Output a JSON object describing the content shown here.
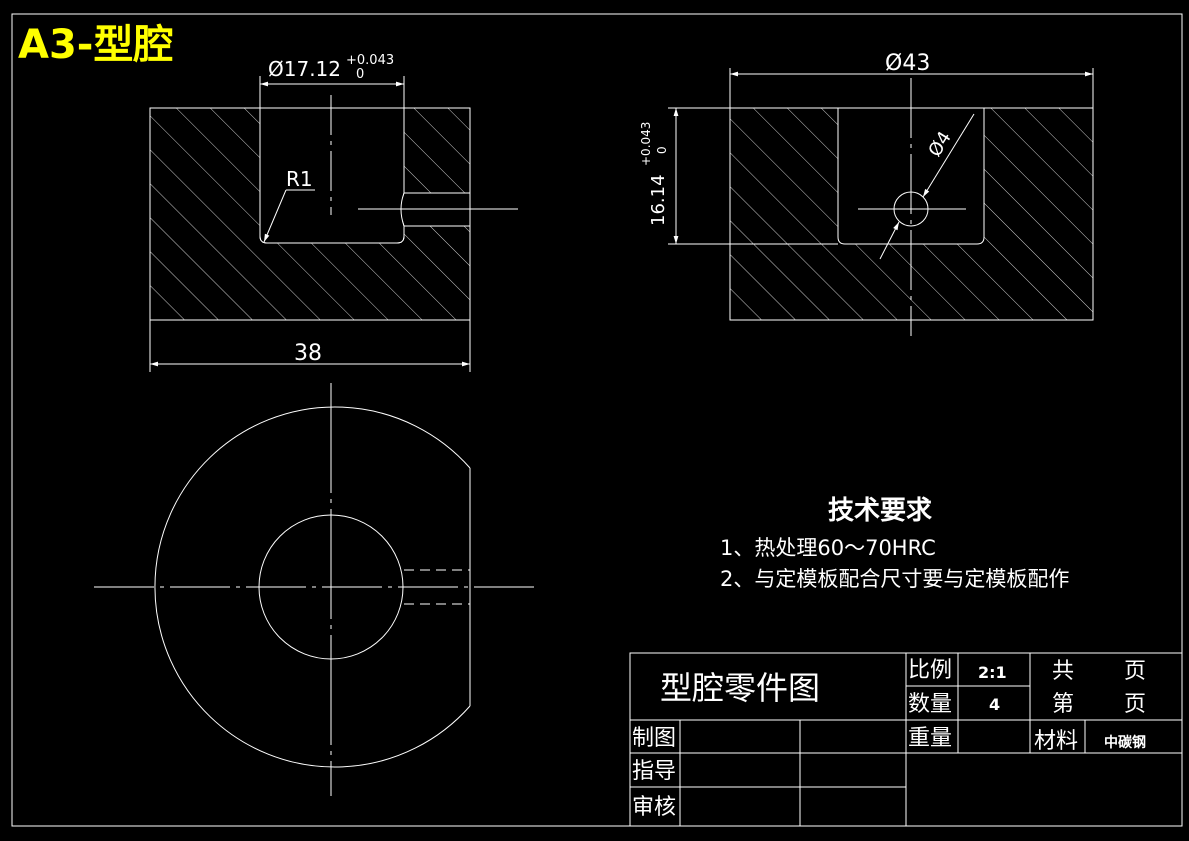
{
  "sheet": {
    "title": "A3-型腔",
    "title_color": "#ffff00",
    "line_color": "#ffffff",
    "background": "#000000"
  },
  "front_view": {
    "width_label": "38",
    "bore_dim_main": "Ø17.12",
    "bore_dim_upper": "+0.043",
    "bore_dim_lower": "0",
    "radius_label": "R1"
  },
  "side_view": {
    "width_label": "Ø43",
    "depth_main": "16.14",
    "depth_upper": "+0.043",
    "depth_lower": "0",
    "hole_label": "Ø4"
  },
  "tech_requirements": {
    "heading": "技术要求",
    "items": [
      "1、热处理60～70HRC",
      "2、与定模板配合尺寸要与定模板配作"
    ]
  },
  "title_block": {
    "part_name": "型腔零件图",
    "scale_label": "比例",
    "scale_value": "2:1",
    "qty_label": "数量",
    "qty_value": "4",
    "weight_label": "重量",
    "total_label": "共",
    "sheet_label": "第",
    "page_label_1": "页",
    "page_label_2": "页",
    "material_label": "材料",
    "material_value": "中碳钢",
    "drawn_label": "制图",
    "guide_label": "指导",
    "review_label": "审核"
  }
}
